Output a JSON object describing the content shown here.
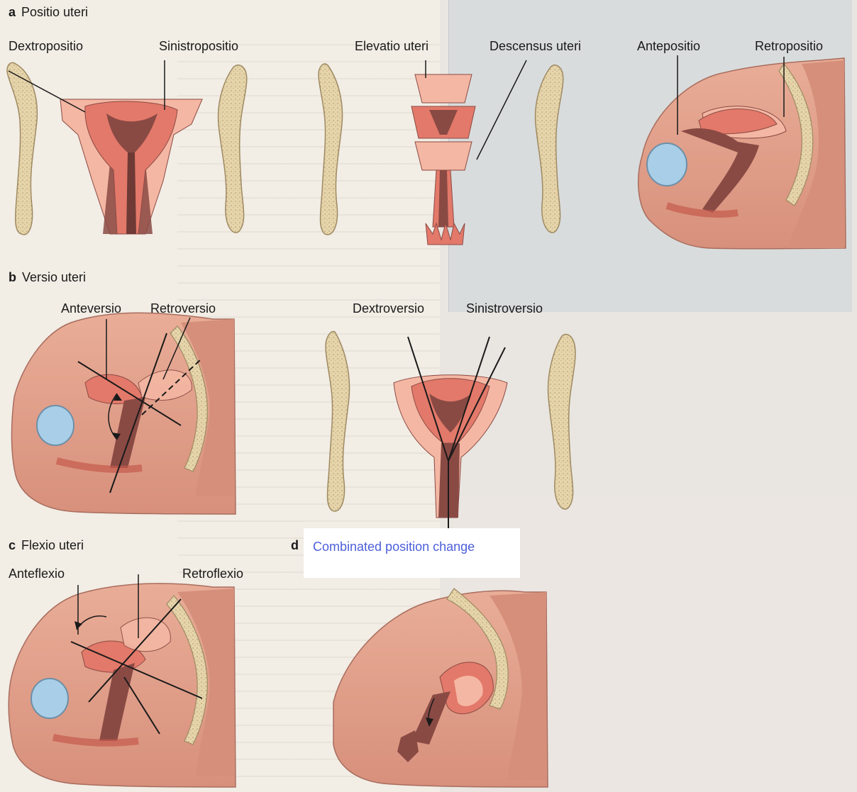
{
  "sections": {
    "a": {
      "letter": "a",
      "title": "Positio uteri"
    },
    "b": {
      "letter": "b",
      "title": "Versio uteri"
    },
    "c": {
      "letter": "c",
      "title": "Flexio uteri"
    },
    "d": {
      "letter": "d",
      "title": "Combinated position change"
    }
  },
  "labels": {
    "dextropositio": "Dextropositio",
    "sinistropositio": "Sinistropositio",
    "elevatio": "Elevatio uteri",
    "descensus": "Descensus uteri",
    "antepositio": "Antepositio",
    "retropositio": "Retropositio",
    "anteversio": "Anteversio",
    "retroversio": "Retroversio",
    "dextroversio": "Dextroversio",
    "sinistroversio": "Sinistroversio",
    "anteflexio": "Anteflexio",
    "retroflexio": "Retroflexio"
  },
  "colors": {
    "uterus": "#e3796a",
    "uterus_light": "#f4b7a3",
    "muscle_dark": "#8a4a44",
    "skin": "#e7a590",
    "pelvis_fill": "#dca08f",
    "bone": "#e8d6ad",
    "bladder": "#a9cfe8",
    "text_link": "#4d5fd9"
  }
}
